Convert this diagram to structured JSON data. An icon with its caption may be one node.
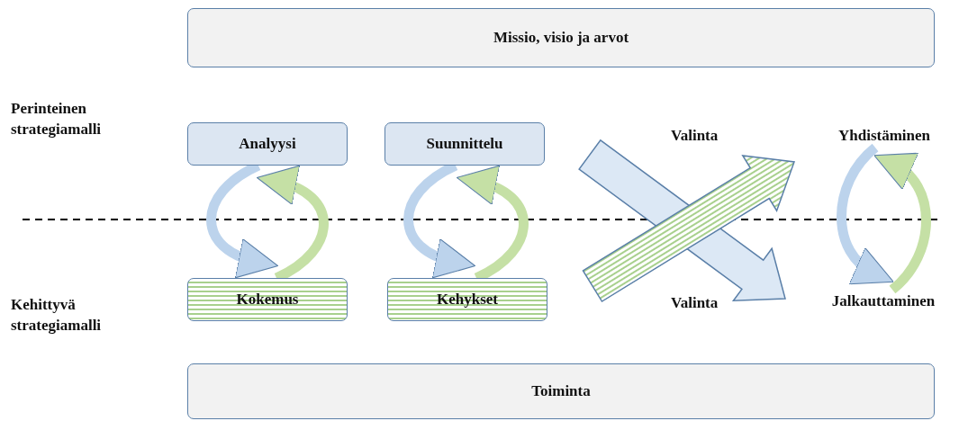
{
  "diagram": {
    "nodes": [
      {
        "text": [
          "Missio, visio ja arvot"
        ]
      },
      {
        "text": [
          "Analyysi"
        ]
      },
      {
        "text": [
          "Suunnittelu"
        ]
      },
      {
        "text": [
          "Kokemus"
        ]
      },
      {
        "text": [
          "Kehykset"
        ]
      },
      {
        "text": [
          "Toiminta"
        ]
      },
      {
        "text": [
          "Yhdistäminen"
        ]
      },
      {
        "text": [
          "Jalkauttaminen"
        ]
      }
    ],
    "edges": [
      {
        "from": 1,
        "to": 3,
        "arrow": "to",
        "color": "#bcd3ec"
      },
      {
        "from": 3,
        "to": 1,
        "arrow": "to",
        "color": "#c5e0a5"
      },
      {
        "from": 2,
        "to": 4,
        "arrow": "to",
        "color": "#bcd3ec"
      },
      {
        "from": 4,
        "to": 2,
        "arrow": "to",
        "color": "#c5e0a5"
      },
      {
        "from": 6,
        "to": 7,
        "arrow": "to",
        "color": "#bcd3ec"
      },
      {
        "from": 7,
        "to": 6,
        "arrow": "to",
        "color": "#c5e0a5"
      }
    ],
    "labels": [
      "Perinteinen strategiamalli",
      "Kehittyvä strategiamalli",
      "Valinta",
      "Valinta"
    ]
  }
}
